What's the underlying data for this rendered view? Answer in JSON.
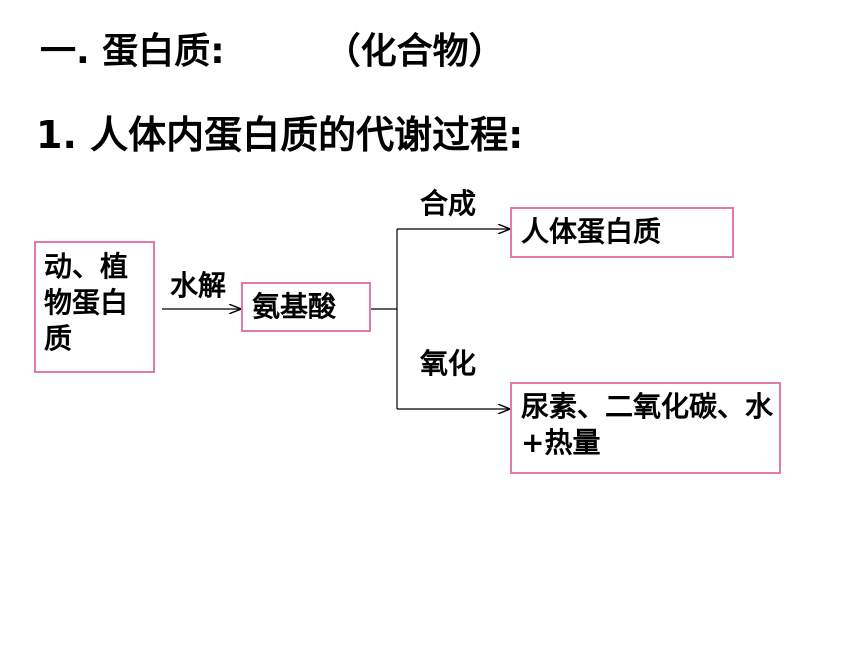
{
  "heading": {
    "main": "一. 蛋白质:",
    "paren": "（化合物）"
  },
  "subheading": "1. 人体内蛋白质的代谢过程:",
  "diagram": {
    "source_box": "动、植物蛋白质",
    "hydrolysis_label": "水解",
    "amino_box": "氨基酸",
    "synthesis_label": "合成",
    "protein_box": "人体蛋白质",
    "oxidation_label": "氧化",
    "products_box": "尿素、二氧化碳、水+热量"
  },
  "colors": {
    "box_border": "#e07aa8",
    "text": "#000000"
  }
}
